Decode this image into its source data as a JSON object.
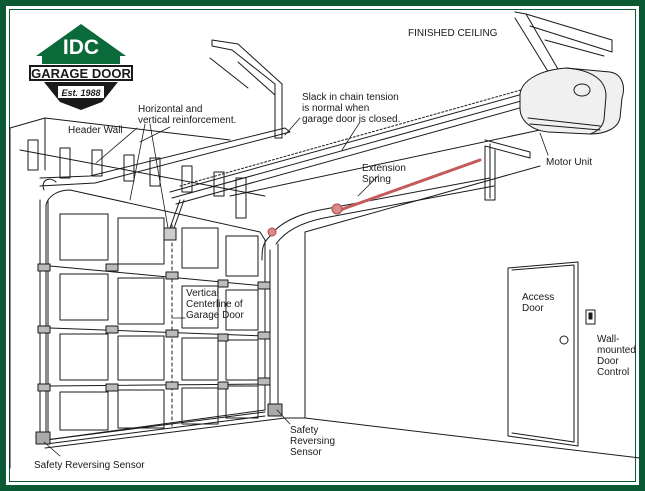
{
  "logo": {
    "brand": "IDC",
    "product": "GARAGE DOOR",
    "established": "Est. 1988",
    "colors": {
      "green": "#0b6a3a",
      "dark": "#1a1a1a",
      "white": "#ffffff"
    }
  },
  "labels": {
    "finished_ceiling": "FINISHED CEILING",
    "header_wall": "Header Wall",
    "horizontal_vertical_reinforcement": "Horizontal and\nvertical reinforcement.",
    "slack_chain": "Slack in chain tension\nis normal when\ngarage door is closed.",
    "extension_spring": "Extension\nSpring",
    "motor_unit": "Motor Unit",
    "vertical_centerline": "Vertical\nCenterline of\nGarage Door",
    "access_door": "Access\nDoor",
    "wall_control": "Wall-\nmounted\nDoor\nControl",
    "safety_sensor_right": "Safety\nReversing\nSensor",
    "safety_sensor_left": "Safety Reversing Sensor"
  },
  "colors": {
    "frame": "#0b5a34",
    "line": "#1a1a1a",
    "spring": "#d07a7a"
  }
}
